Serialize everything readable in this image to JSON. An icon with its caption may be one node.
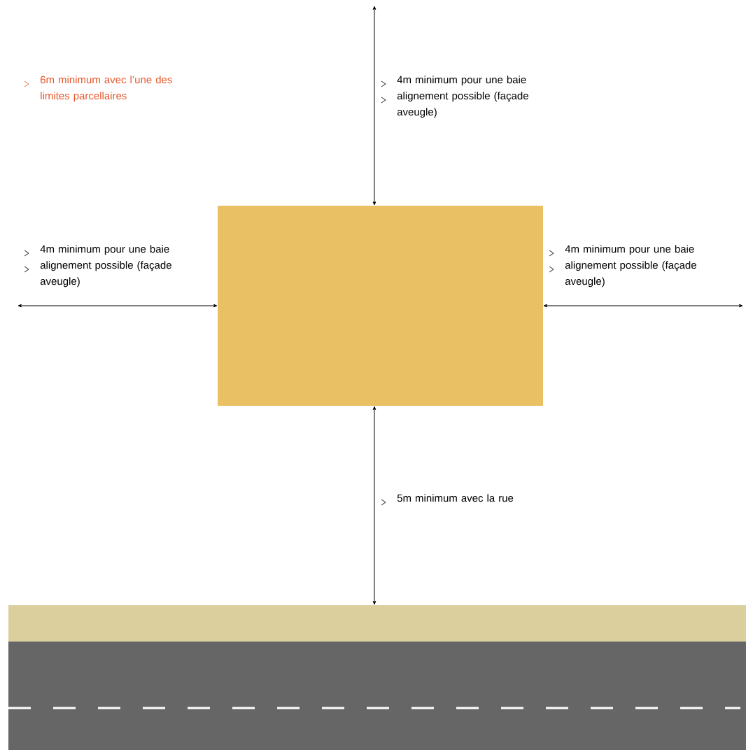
{
  "diagram": {
    "labels": [
      "6m minimum avec l’une des limites parcellaires",
      "4m minimum pour une baie",
      "alignement possible (façade aveugle)",
      "4m minimum pour une baie",
      "alignement possible (façade aveugle)",
      "4m minimum pour une baie",
      "alignement possible (façade aveugle)",
      "5m minimum avec la rue"
    ]
  }
}
